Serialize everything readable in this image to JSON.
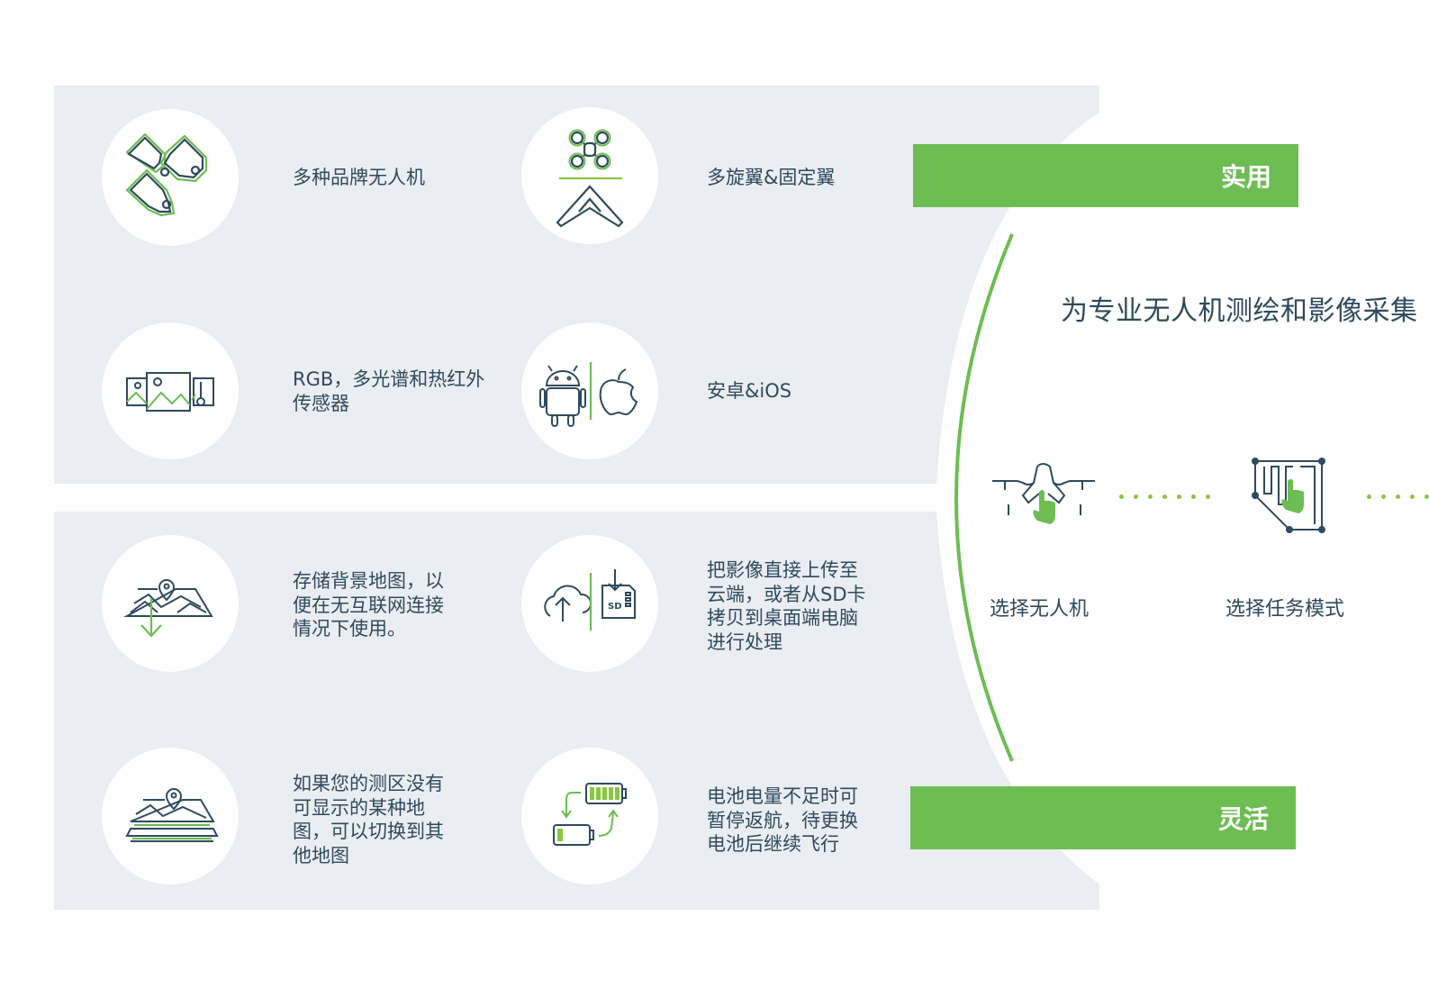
{
  "features": [
    {
      "id": "drone-brands",
      "icon": "tags-icon",
      "text": [
        "多种品牌无人机"
      ]
    },
    {
      "id": "wing-types",
      "icon": "multirotor-fixedwing-icon",
      "text": [
        "多旋翼&固定翼"
      ]
    },
    {
      "id": "sensors",
      "icon": "image-sensor-icon",
      "text": [
        "RGB，多光谱和热红外",
        "传感器"
      ]
    },
    {
      "id": "platforms",
      "icon": "android-apple-icon",
      "text": [
        "安卓&iOS"
      ]
    },
    {
      "id": "offline-maps",
      "icon": "map-download-icon",
      "text": [
        "存储背景地图，以",
        "便在无互联网连接",
        "情况下使用。"
      ]
    },
    {
      "id": "cloud-upload",
      "icon": "cloud-sd-icon",
      "text": [
        "把影像直接上传至",
        "云端，或者从SD卡",
        "拷贝到桌面端电脑",
        "进行处理"
      ]
    },
    {
      "id": "map-switch",
      "icon": "map-layers-icon",
      "text": [
        "如果您的测区没有",
        "可显示的某种地",
        "图，可以切换到其",
        "他地图"
      ]
    },
    {
      "id": "battery-swap",
      "icon": "battery-swap-icon",
      "text": [
        "电池电量不足时可",
        "暂停返航，待更换",
        "电池后继续飞行"
      ]
    }
  ],
  "banners": {
    "practical": "实用",
    "flexible": "灵活"
  },
  "headline": "为专业无人机测绘和影像采集",
  "steps": [
    {
      "label": "选择无人机",
      "icon": "drone-select-icon"
    },
    {
      "label": "选择任务模式",
      "icon": "mission-mode-icon"
    }
  ],
  "colors": {
    "panel": "#eaedf1",
    "accent_green": "#6dbd53",
    "light_green": "#8cc63f",
    "icon_stroke": "#2f4a5e",
    "text": "#2f4a5e"
  }
}
